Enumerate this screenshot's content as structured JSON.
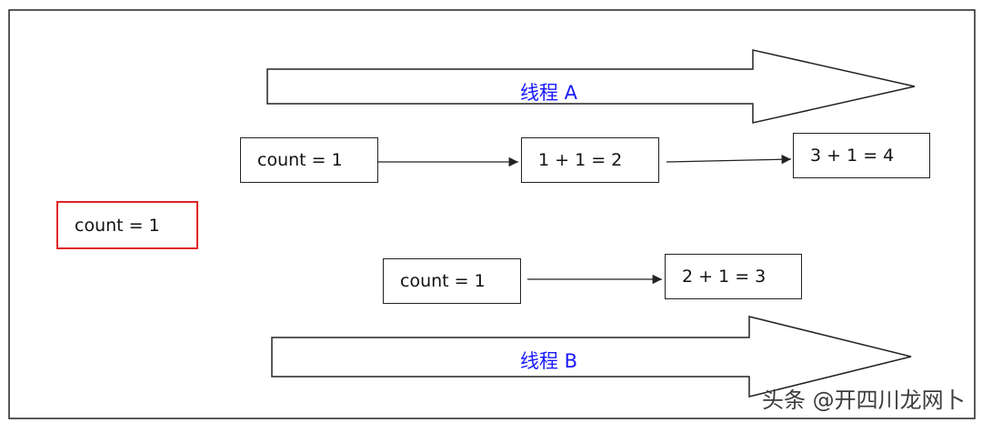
{
  "colors": {
    "thread_label": "#1a1aff",
    "highlight_border": "#e02424",
    "stroke": "#222222"
  },
  "shared": {
    "initial": "count = 1"
  },
  "thread_a": {
    "label": "线程 A",
    "steps": [
      "count = 1",
      "1 + 1 = 2",
      "3 + 1 = 4"
    ]
  },
  "thread_b": {
    "label": "线程 B",
    "steps": [
      "count = 1",
      "2 + 1 = 3"
    ]
  },
  "watermark": "头条 @开四川龙网卜"
}
